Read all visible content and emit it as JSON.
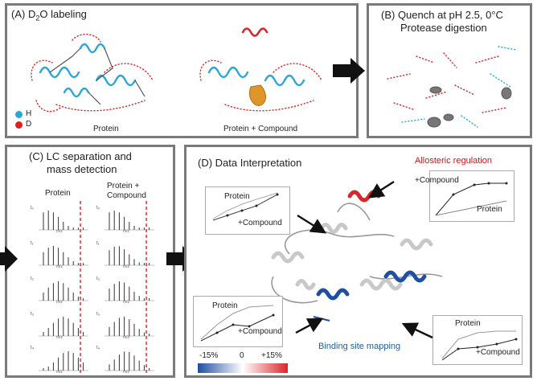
{
  "panel_a": {
    "title_prefix": "(A) D",
    "title_sub": "2",
    "title_suffix": "O labeling",
    "legend_h": "H",
    "legend_d": "D",
    "label_protein": "Protein",
    "label_protein_compound": "Protein + Compound"
  },
  "panel_b": {
    "line1": "(B) Quench at pH 2.5, 0°C",
    "line2": "Protease digestion"
  },
  "panel_c": {
    "title_line1": "(C) LC separation and",
    "title_line2": "mass detection",
    "col1": "Protein",
    "col2_line1": "Protein +",
    "col2_line2": "Compound",
    "times_left": [
      "t₀",
      "t₁",
      "t₂",
      "t₃",
      "t₄"
    ],
    "times_right": [
      "t₀",
      "t₁",
      "t₂",
      "t₃",
      "t₄"
    ],
    "axis": "m/z"
  },
  "panel_d": {
    "title": "(D) Data Interpretation",
    "allosteric": "Allosteric regulation",
    "binding": "Binding site mapping",
    "inset_tl": {
      "top": "Protein",
      "bottom": "+Compound"
    },
    "inset_tr": {
      "top": "+Compound",
      "bottom": "Protein"
    },
    "inset_bl": {
      "top": "Protein",
      "bottom": "+Compound"
    },
    "inset_br": {
      "top": "Protein",
      "bottom": "+Compound"
    },
    "scale": {
      "left": "-15%",
      "mid": "0",
      "right": "+15%"
    }
  },
  "colors": {
    "hydrogen": "#2aa7d8",
    "deuterium": "#e02020",
    "helix": "#4b8bb5",
    "panel_border": "#7a7a7a",
    "allosteric_text": "#c8161d",
    "binding_text": "#1f5fa6",
    "protect_blue": "#1f4fa0",
    "deprotect_red": "#d8262a"
  }
}
